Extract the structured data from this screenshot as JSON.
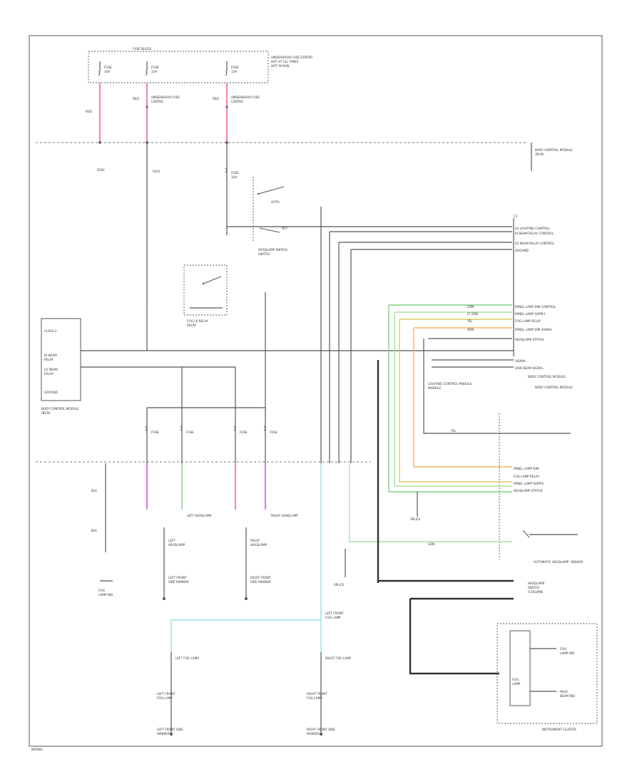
{
  "colors": {
    "frame": "#555555",
    "wire_pink": "#f08aa8",
    "wire_magenta": "#e07ae8",
    "wire_green": "#7fd07f",
    "wire_light_green": "#a8e0a0",
    "wire_orange": "#f5b26a",
    "wire_yellow": "#d8cc60",
    "wire_cyan": "#a7e8ee"
  },
  "labels": {
    "fuse_block": "FUSE BLOCK",
    "fuse_block_note": "UNDERHOOD FUSE CENTER",
    "bcm_top": "BODY CONTROL MODULE",
    "fog_relay": "FOG LP RELAY",
    "headlamp_switch": "HEADLAMP SWITCH",
    "bcm_mid": "BODY CONTROL MODULE",
    "lighting_module": "LIGHTING CONTROL MODULE",
    "left_headlamp": "LEFT HEADLAMP",
    "right_headlamp": "RIGHT HEADLAMP",
    "left_fog": "LEFT FOG LAMP",
    "right_fog": "RIGHT FOG LAMP",
    "splice": "SPLICE",
    "instrument_cluster": "INSTRUMENT CLUSTER",
    "auto_headlamp": "AUTOMATIC HEADLAMP",
    "footer": "WIRING"
  }
}
